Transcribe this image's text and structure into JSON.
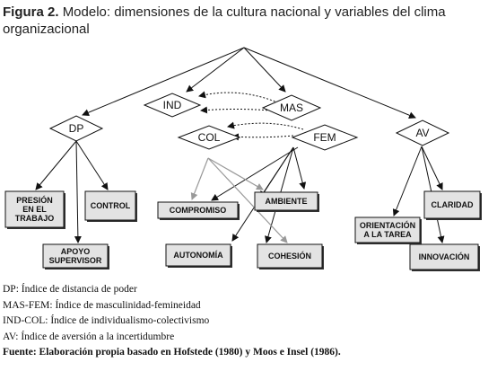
{
  "caption": {
    "label": "Figura 2.",
    "text": "Modelo: dimensiones de la cultura nacional y variables  del clima organizacional"
  },
  "diagram": {
    "nodes": [
      {
        "id": "DP",
        "label": "DP"
      },
      {
        "id": "IND",
        "label": "IND"
      },
      {
        "id": "MAS",
        "label": "MAS"
      },
      {
        "id": "COL",
        "label": "COL"
      },
      {
        "id": "FEM",
        "label": "FEM"
      },
      {
        "id": "AV",
        "label": "AV"
      }
    ],
    "boxes": [
      {
        "id": "presion",
        "lines": [
          "PRESIÓN",
          "EN EL",
          "TRABAJO"
        ]
      },
      {
        "id": "control",
        "lines": [
          "CONTROL"
        ]
      },
      {
        "id": "apoyo",
        "lines": [
          "APOYO",
          "SUPERVISOR"
        ]
      },
      {
        "id": "compromiso",
        "lines": [
          "COMPROMISO"
        ]
      },
      {
        "id": "ambiente",
        "lines": [
          "AMBIENTE"
        ]
      },
      {
        "id": "autonomia",
        "lines": [
          "AUTONOMÍA"
        ]
      },
      {
        "id": "cohesion",
        "lines": [
          "COHESIÓN"
        ]
      },
      {
        "id": "orientacion",
        "lines": [
          "ORIENTACIÓN",
          "A LA TAREA"
        ]
      },
      {
        "id": "claridad",
        "lines": [
          "CLARIDAD"
        ]
      },
      {
        "id": "innovacion",
        "lines": [
          "INNOVACIÓN"
        ]
      }
    ]
  },
  "legend": {
    "items": [
      "DP: Índice de distancia de poder",
      "MAS-FEM: Índice de masculinidad-femineidad",
      "IND-COL: Índice de individualismo-colectivismo",
      "AV: Índice de aversión a la incertidumbre"
    ],
    "source": "Fuente: Elaboración propia basado en Hofstede (1980)  y Moos e Insel (1986)."
  }
}
